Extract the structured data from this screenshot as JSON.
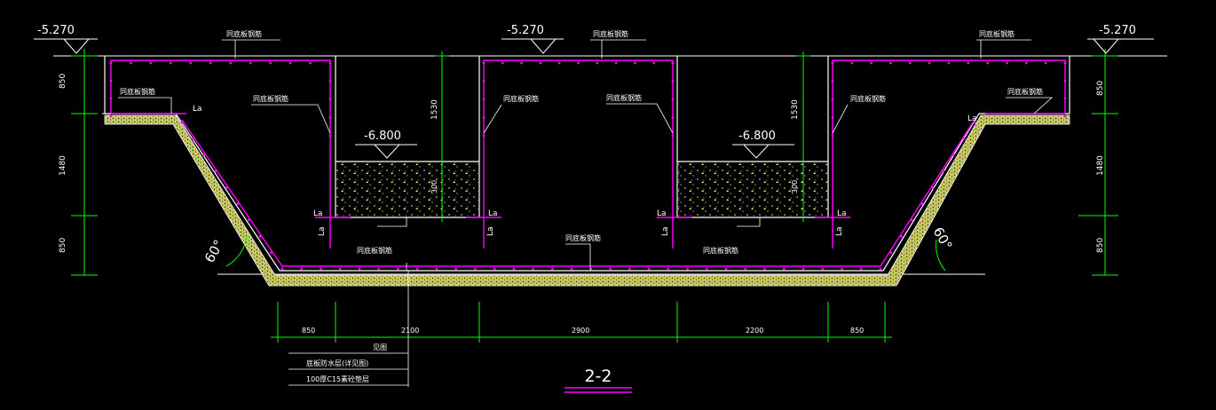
{
  "elevations": {
    "top_left": "-5.270",
    "top_center": "-5.270",
    "top_right": "-5.270",
    "pit_left": "-6.800",
    "pit_right": "-6.800"
  },
  "vertical_dims": {
    "left_850_top": "850",
    "left_1480": "1480",
    "left_850_bottom": "850",
    "right_850_top": "850",
    "right_1480": "1480",
    "right_850_bottom": "850",
    "pit_left_1530": "1530",
    "pit_right_1530": "1530",
    "pit_left_300": "300",
    "pit_right_300": "300"
  },
  "horizontal_dims": [
    "850",
    "2100",
    "2900",
    "2200",
    "850"
  ],
  "angles": {
    "left": "60°",
    "right": "60°"
  },
  "lap_labels": {
    "la": "La"
  },
  "rebar_notes": {
    "top_left": "同底板钢筋",
    "top_center": "同底板钢筋",
    "top_right": "同底板钢筋",
    "side_left": "同底板钢筋",
    "side_right": "同底板钢筋",
    "wall_left": "同底板钢筋",
    "wall_center": "同底板钢筋",
    "wall_right": "同底板钢筋",
    "bottom_left": "同底板钢筋",
    "bottom_center": "同底板钢筋",
    "bottom_right": "同底板钢筋"
  },
  "legend": {
    "row1": "见图",
    "row2": "底板防水层(详见图)",
    "row3": "100厚C15素砼垫层"
  },
  "section_label": "2-2",
  "colors": {
    "background": "#000000",
    "rebar": "#ff00ff",
    "dimension": "#00ff00",
    "outline": "#ffffff",
    "hatch": "#ffff00"
  }
}
